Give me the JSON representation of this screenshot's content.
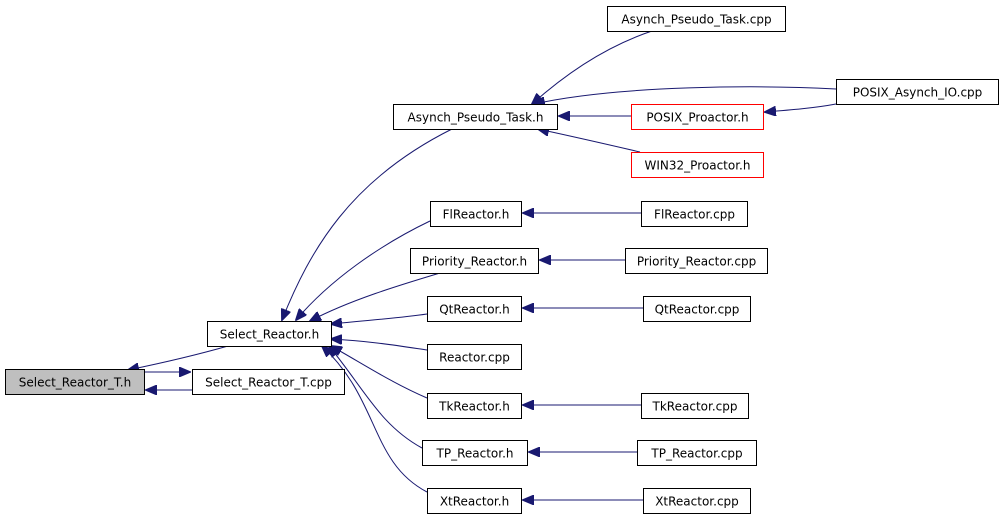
{
  "colors": {
    "edge": "#191970",
    "border_normal": "#000000",
    "border_truncated": "#ff0000",
    "fill_normal": "#ffffff",
    "fill_root": "#bfbfbf"
  },
  "nodes": [
    {
      "id": "select_reactor_t_h",
      "label": "Select_Reactor_T.h",
      "kind": "root"
    },
    {
      "id": "select_reactor_h",
      "label": "Select_Reactor.h",
      "kind": "normal"
    },
    {
      "id": "select_reactor_t_cpp",
      "label": "Select_Reactor_T.cpp",
      "kind": "normal"
    },
    {
      "id": "asynch_pseudo_task_h",
      "label": "Asynch_Pseudo_Task.h",
      "kind": "normal"
    },
    {
      "id": "asynch_pseudo_task_cpp",
      "label": "Asynch_Pseudo_Task.cpp",
      "kind": "normal"
    },
    {
      "id": "posix_asynch_io_cpp",
      "label": "POSIX_Asynch_IO.cpp",
      "kind": "normal"
    },
    {
      "id": "posix_proactor_h",
      "label": "POSIX_Proactor.h",
      "kind": "truncated"
    },
    {
      "id": "win32_proactor_h",
      "label": "WIN32_Proactor.h",
      "kind": "truncated"
    },
    {
      "id": "flreactor_h",
      "label": "FlReactor.h",
      "kind": "normal"
    },
    {
      "id": "flreactor_cpp",
      "label": "FlReactor.cpp",
      "kind": "normal"
    },
    {
      "id": "priority_reactor_h",
      "label": "Priority_Reactor.h",
      "kind": "normal"
    },
    {
      "id": "priority_reactor_cpp",
      "label": "Priority_Reactor.cpp",
      "kind": "normal"
    },
    {
      "id": "qtreactor_h",
      "label": "QtReactor.h",
      "kind": "normal"
    },
    {
      "id": "qtreactor_cpp",
      "label": "QtReactor.cpp",
      "kind": "normal"
    },
    {
      "id": "reactor_cpp",
      "label": "Reactor.cpp",
      "kind": "normal"
    },
    {
      "id": "tkreactor_h",
      "label": "TkReactor.h",
      "kind": "normal"
    },
    {
      "id": "tkreactor_cpp",
      "label": "TkReactor.cpp",
      "kind": "normal"
    },
    {
      "id": "tp_reactor_h",
      "label": "TP_Reactor.h",
      "kind": "normal"
    },
    {
      "id": "tp_reactor_cpp",
      "label": "TP_Reactor.cpp",
      "kind": "normal"
    },
    {
      "id": "xtreactor_h",
      "label": "XtReactor.h",
      "kind": "normal"
    },
    {
      "id": "xtreactor_cpp",
      "label": "XtReactor.cpp",
      "kind": "normal"
    }
  ],
  "edges": [
    {
      "from": "select_reactor_h",
      "to": "select_reactor_t_h"
    },
    {
      "from": "select_reactor_t_cpp",
      "to": "select_reactor_t_h"
    },
    {
      "from": "select_reactor_t_h",
      "to": "select_reactor_t_cpp"
    },
    {
      "from": "asynch_pseudo_task_h",
      "to": "select_reactor_h"
    },
    {
      "from": "flreactor_h",
      "to": "select_reactor_h"
    },
    {
      "from": "priority_reactor_h",
      "to": "select_reactor_h"
    },
    {
      "from": "qtreactor_h",
      "to": "select_reactor_h"
    },
    {
      "from": "reactor_cpp",
      "to": "select_reactor_h"
    },
    {
      "from": "tkreactor_h",
      "to": "select_reactor_h"
    },
    {
      "from": "tp_reactor_h",
      "to": "select_reactor_h"
    },
    {
      "from": "xtreactor_h",
      "to": "select_reactor_h"
    },
    {
      "from": "asynch_pseudo_task_cpp",
      "to": "asynch_pseudo_task_h"
    },
    {
      "from": "posix_asynch_io_cpp",
      "to": "asynch_pseudo_task_h"
    },
    {
      "from": "posix_proactor_h",
      "to": "asynch_pseudo_task_h"
    },
    {
      "from": "win32_proactor_h",
      "to": "asynch_pseudo_task_h"
    },
    {
      "from": "posix_asynch_io_cpp",
      "to": "posix_proactor_h"
    },
    {
      "from": "flreactor_cpp",
      "to": "flreactor_h"
    },
    {
      "from": "priority_reactor_cpp",
      "to": "priority_reactor_h"
    },
    {
      "from": "qtreactor_cpp",
      "to": "qtreactor_h"
    },
    {
      "from": "tkreactor_cpp",
      "to": "tkreactor_h"
    },
    {
      "from": "tp_reactor_cpp",
      "to": "tp_reactor_h"
    },
    {
      "from": "xtreactor_cpp",
      "to": "xtreactor_h"
    }
  ]
}
